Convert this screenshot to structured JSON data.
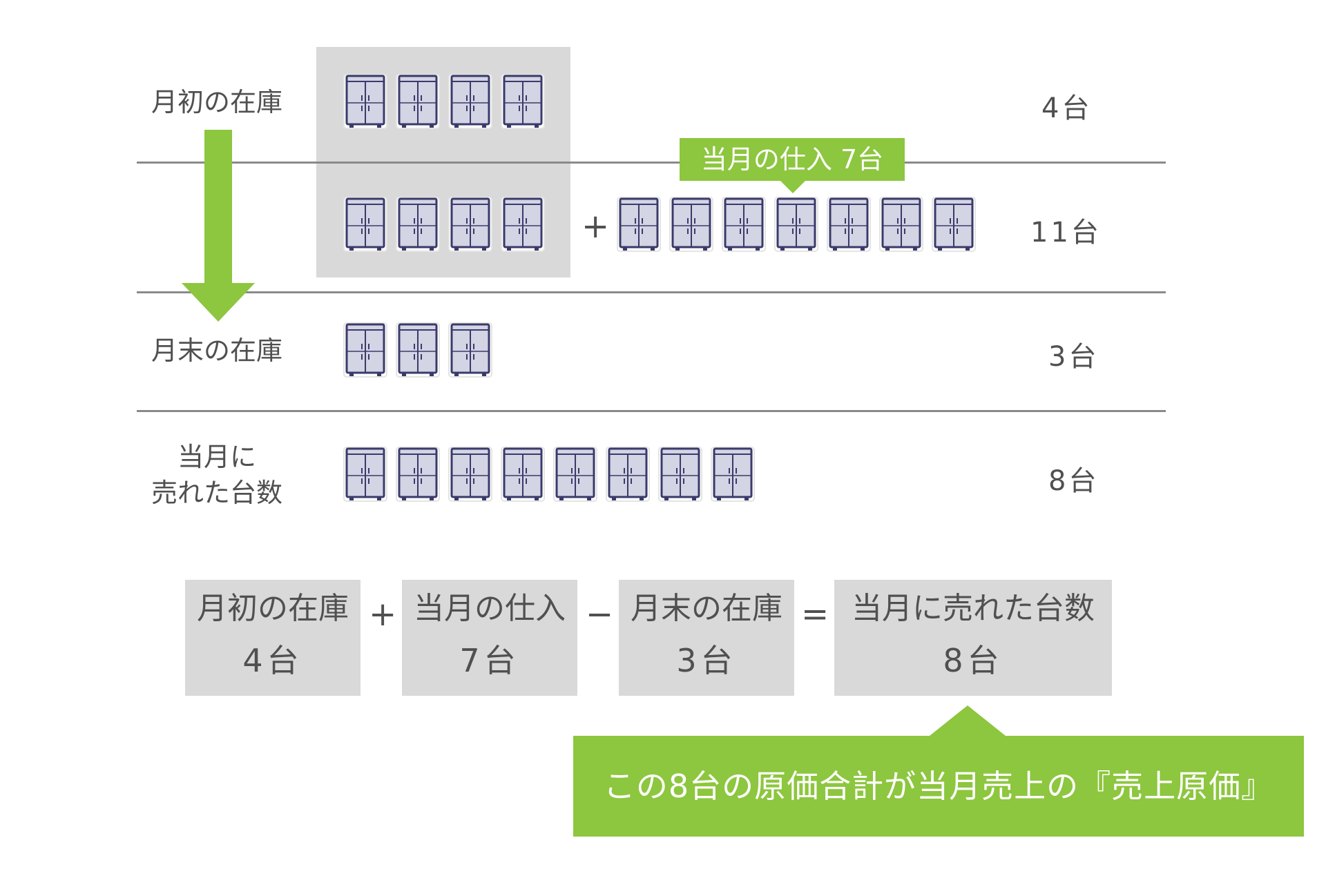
{
  "colors": {
    "accent_green": "#8dc63f",
    "box_gray": "#d9d9d9",
    "cabinet_fill": "#d3d4e4",
    "cabinet_stroke": "#3a3a6a",
    "text_gray": "#505050"
  },
  "icons": {
    "item": "cabinet-icon"
  },
  "rows": {
    "opening": {
      "label": "月初の在庫",
      "count": "4台",
      "cabinets": 4
    },
    "available": {
      "plus": "+",
      "count": "11台",
      "cabinets_existing": 4,
      "cabinets_added": 7
    },
    "ending": {
      "label": "月末の在庫",
      "count": "3台",
      "cabinets": 3
    },
    "sold": {
      "label_line1": "当月に",
      "label_line2": "売れた台数",
      "count": "8台",
      "cabinets": 8
    }
  },
  "purchase_callout": "当月の仕入 7台",
  "equation": {
    "terms": [
      {
        "name": "月初の在庫",
        "value": "4台"
      },
      {
        "name": "当月の仕入",
        "value": "7台"
      },
      {
        "name": "月末の在庫",
        "value": "3台"
      },
      {
        "name": "当月に売れた台数",
        "value": "8台"
      }
    ],
    "operators": [
      "+",
      "−",
      "="
    ]
  },
  "note": "この8台の原価合計が当月売上の『売上原価』"
}
